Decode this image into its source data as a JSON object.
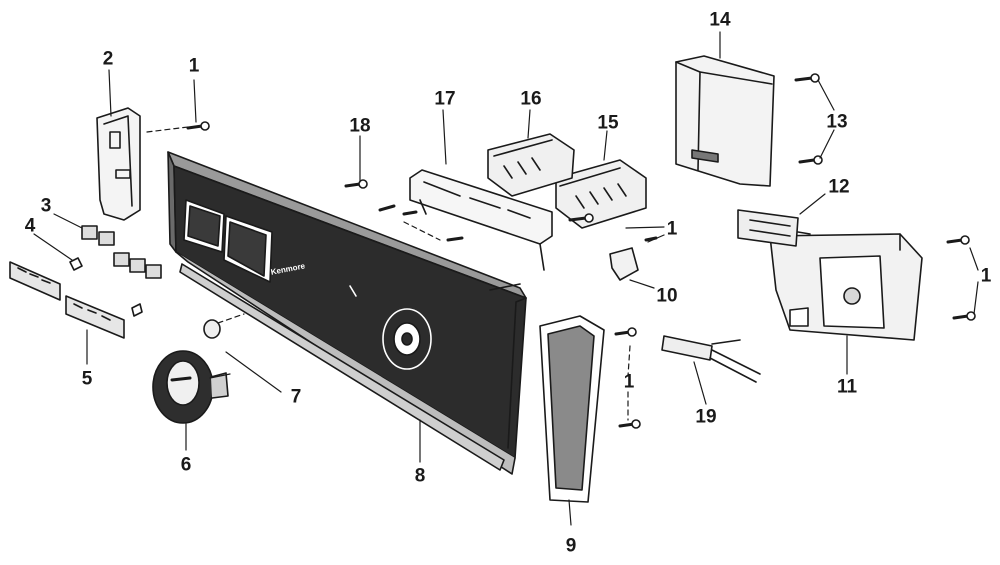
{
  "brand_text": "Kenmore",
  "colors": {
    "ink": "#1a1a1a",
    "paper": "#ffffff"
  },
  "callouts": [
    {
      "id": "callout-1-a",
      "text": "1"
    },
    {
      "id": "callout-2",
      "text": "2"
    },
    {
      "id": "callout-3",
      "text": "3"
    },
    {
      "id": "callout-4",
      "text": "4"
    },
    {
      "id": "callout-5",
      "text": "5"
    },
    {
      "id": "callout-6",
      "text": "6"
    },
    {
      "id": "callout-7",
      "text": "7"
    },
    {
      "id": "callout-8",
      "text": "8"
    },
    {
      "id": "callout-9",
      "text": "9"
    },
    {
      "id": "callout-10",
      "text": "10"
    },
    {
      "id": "callout-11",
      "text": "11"
    },
    {
      "id": "callout-12",
      "text": "12"
    },
    {
      "id": "callout-13",
      "text": "13"
    },
    {
      "id": "callout-14",
      "text": "14"
    },
    {
      "id": "callout-15",
      "text": "15"
    },
    {
      "id": "callout-16",
      "text": "16"
    },
    {
      "id": "callout-17",
      "text": "17"
    },
    {
      "id": "callout-18",
      "text": "18"
    },
    {
      "id": "callout-19",
      "text": "19"
    },
    {
      "id": "callout-1-b",
      "text": "1"
    },
    {
      "id": "callout-1-c",
      "text": "1"
    },
    {
      "id": "callout-1-d",
      "text": "1"
    }
  ]
}
